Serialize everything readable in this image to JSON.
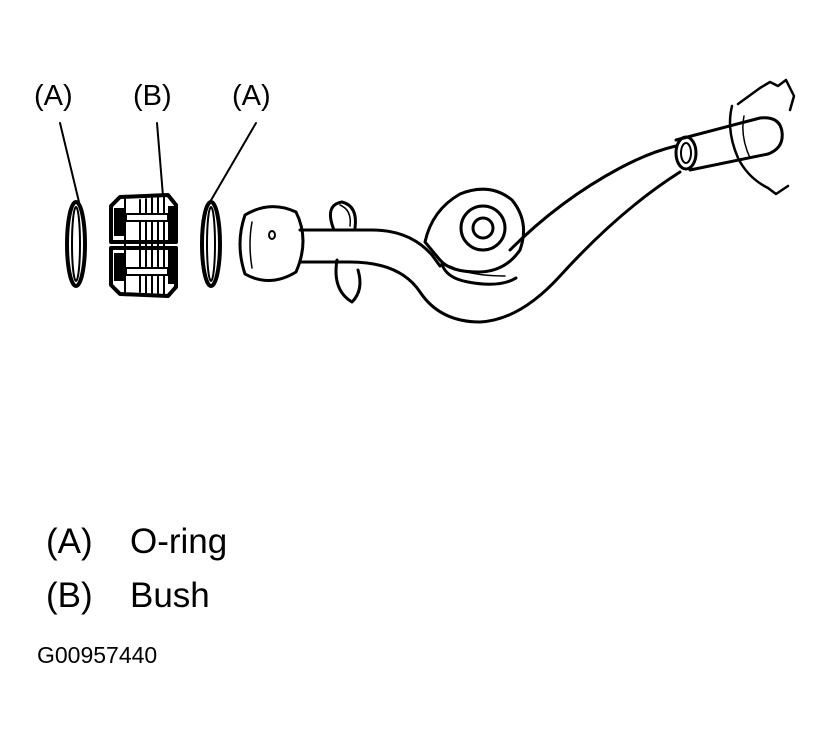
{
  "callouts": {
    "a_left": "(A)",
    "b": "(B)",
    "a_right": "(A)"
  },
  "legend": [
    {
      "key": "(A)",
      "text": "O-ring"
    },
    {
      "key": "(B)",
      "text": "Bush"
    }
  ],
  "figure_id": "G00957440",
  "colors": {
    "ink": "#000000",
    "paper": "#ffffff"
  }
}
